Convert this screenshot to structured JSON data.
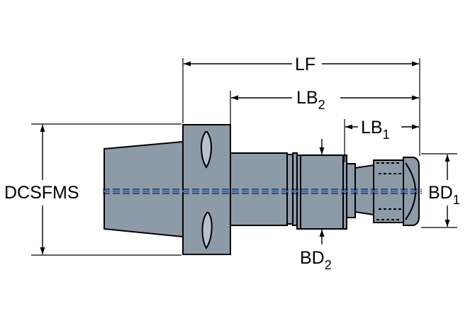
{
  "dimensions": {
    "lf": {
      "label": "LF"
    },
    "lb2": {
      "label": "LB",
      "sub": "2"
    },
    "lb1": {
      "label": "LB",
      "sub": "1"
    },
    "dcsfms": {
      "label": "DCSFMS"
    },
    "bd1": {
      "label": "BD",
      "sub": "1"
    },
    "bd2": {
      "label": "BD",
      "sub": "2"
    }
  },
  "colors": {
    "body_fill": "#8d9aa8",
    "body_shade": "#6f7c8a",
    "highlight": "#b7c2cd",
    "centerline": "#2a6fd6",
    "line": "#000000"
  }
}
